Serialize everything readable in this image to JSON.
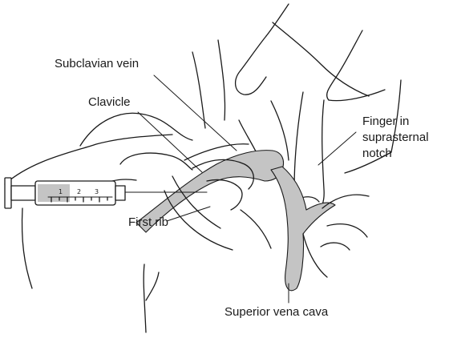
{
  "colors": {
    "ink": "#1a1a1a",
    "vein": "#c4c4c4",
    "background": "#ffffff"
  },
  "labels": {
    "subclavian_vein": "Subclavian vein",
    "clavicle": "Clavicle",
    "finger_in_notch": [
      "Finger in",
      "suprasternal",
      "notch"
    ],
    "first_rib": "First rib",
    "superior_vena_cava": "Superior vena cava"
  },
  "syringe_scale": [
    "1",
    "2",
    "3"
  ]
}
